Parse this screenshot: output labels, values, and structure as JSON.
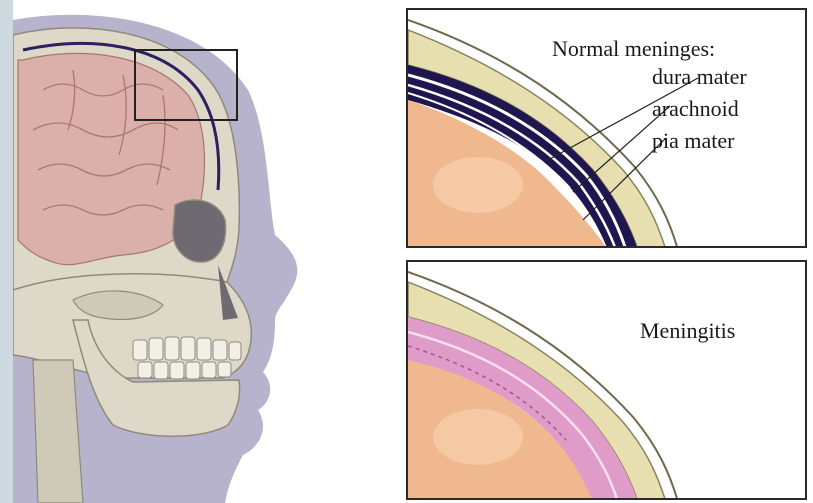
{
  "diagram": {
    "normal_panel": {
      "heading": "Normal meninges:",
      "layers": [
        "dura mater",
        "arachnoid",
        "pia mater"
      ]
    },
    "meningitis_panel": {
      "heading": "Meningitis"
    }
  },
  "colors": {
    "background_strip": "#ced8df",
    "head_silhouette": "#b7b2cc",
    "skull_bone": "#ddd8c8",
    "brain": "#dbb0aa",
    "dura": "#1f1650",
    "inflamed_meninges": "#e09cc8",
    "tissue": "#f0b88e"
  }
}
